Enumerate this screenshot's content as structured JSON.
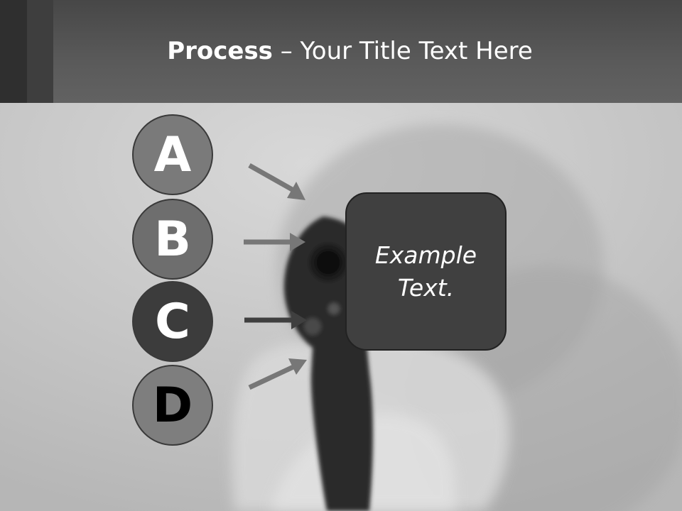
{
  "slide": {
    "title_bold": "Process",
    "title_rest": " – Your Title Text Here"
  },
  "diagram": {
    "steps": [
      {
        "letter": "A"
      },
      {
        "letter": "B"
      },
      {
        "letter": "C"
      },
      {
        "letter": "D"
      }
    ],
    "box_text": "Example Text."
  }
}
